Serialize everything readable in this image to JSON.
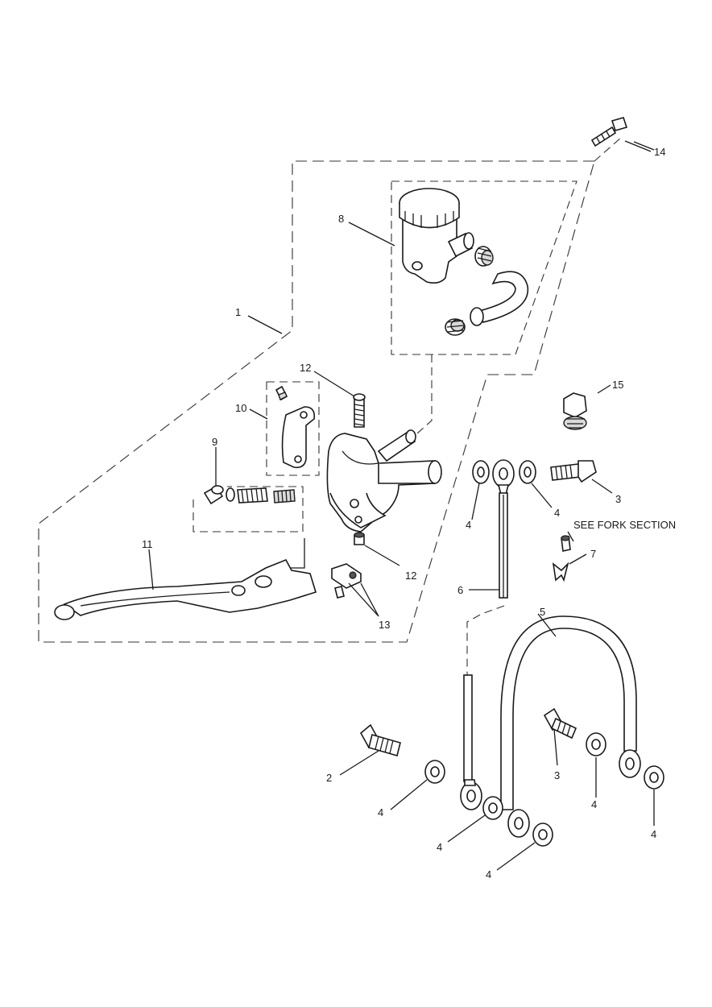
{
  "diagram": {
    "callouts": {
      "c1": "1",
      "c2": "2",
      "c3a": "3",
      "c3b": "3",
      "c4a": "4",
      "c4b": "4",
      "c4c": "4",
      "c4d": "4",
      "c4e": "4",
      "c4f": "4",
      "c4g": "4",
      "c5": "5",
      "c6": "6",
      "c7": "7",
      "c8": "8",
      "c9": "9",
      "c10": "10",
      "c11": "11",
      "c12a": "12",
      "c12b": "12",
      "c13": "13",
      "c14": "14",
      "c15": "15"
    },
    "note": "SEE FORK SECTION"
  }
}
